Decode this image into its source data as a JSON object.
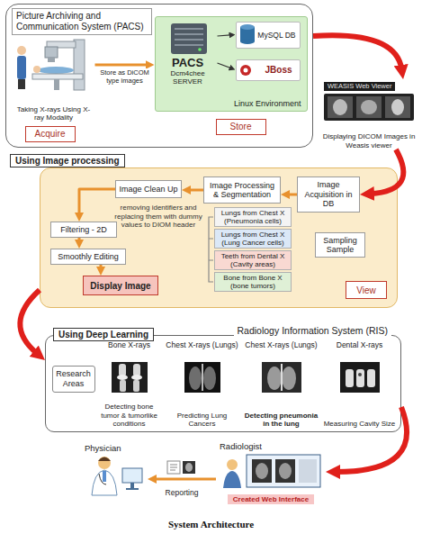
{
  "diagram": {
    "caption": "System Architecture",
    "nodes": [
      {
        "text": [
          "Picture Archiving and Communication System (PACS)"
        ]
      },
      {
        "text": [
          "Taking X-rays Using X-ray Modality"
        ],
        "in": 0
      },
      {
        "text": [
          "Acquire"
        ],
        "in": 0
      },
      {
        "text": [
          "Linux Environment"
        ],
        "in": 0
      },
      {
        "text": [
          "PACS",
          "Dcm4chee SERVER"
        ],
        "in": 3
      },
      {
        "text": [
          "MySQL DB"
        ],
        "in": 3
      },
      {
        "text": [
          "JBoss"
        ],
        "in": 3
      },
      {
        "text": [
          "Store"
        ],
        "in": 0
      },
      {
        "text": [
          "WEASIS Web Viewer",
          "Displaying DICOM Images in Weasis viewer"
        ]
      },
      {
        "text": [
          "Using Image processing"
        ]
      },
      {
        "text": [
          "Image Acquisition in DB"
        ],
        "in": 9
      },
      {
        "text": [
          "Image Processing & Segmentation"
        ],
        "in": 9
      },
      {
        "text": [
          "Image Clean Up"
        ],
        "in": 9
      },
      {
        "text": [
          "Filtering - 2D"
        ],
        "in": 9
      },
      {
        "text": [
          "Smoothly Editing"
        ],
        "in": 9
      },
      {
        "text": [
          "Display Image"
        ],
        "in": 9
      },
      {
        "text": [
          "Lungs from Chest X (Pneumonia cells)"
        ],
        "in": 9
      },
      {
        "text": [
          "Lungs from Chest X (Lung Cancer cells)"
        ],
        "in": 9
      },
      {
        "text": [
          "Teeth from Dental X (Cavity areas)"
        ],
        "in": 9
      },
      {
        "text": [
          "Bone from Bone X (bone tumors)"
        ],
        "in": 9
      },
      {
        "text": [
          "Sampling Sample"
        ],
        "in": 9
      },
      {
        "text": [
          "View"
        ],
        "in": 9
      },
      {
        "text": [
          "Using Deep Learning",
          "Radiology Information System (RIS)"
        ]
      },
      {
        "text": [
          "Research Areas"
        ],
        "in": 22
      },
      {
        "text": [
          "Bone X-rays",
          "Detecting bone tumor & tumorlike conditions"
        ],
        "in": 22
      },
      {
        "text": [
          "Chest X-rays (Lungs)",
          "Predicting Lung Cancers"
        ],
        "in": 22
      },
      {
        "text": [
          "Chest X-rays (Lungs)",
          "Detecting pneumonia in the lung"
        ],
        "in": 22
      },
      {
        "text": [
          "Dental X-rays",
          "Measuring Cavity Size"
        ],
        "in": 22
      },
      {
        "text": [
          "Physician"
        ]
      },
      {
        "text": [
          "Radiologist",
          "Created Web Interface"
        ]
      }
    ],
    "edges": [
      {
        "from": 1,
        "to": 3,
        "arrow": "to",
        "label": "Store as DiCOM type images"
      },
      {
        "from": 4,
        "to": 5,
        "arrow": "to"
      },
      {
        "from": 4,
        "to": 6,
        "arrow": "to"
      },
      {
        "from": 0,
        "to": 8,
        "arrow": "to"
      },
      {
        "from": 8,
        "to": 10,
        "arrow": "to"
      },
      {
        "from": 10,
        "to": 11,
        "arrow": "to"
      },
      {
        "from": 11,
        "to": 12,
        "arrow": "to"
      },
      {
        "from": 12,
        "to": 13,
        "arrow": "to"
      },
      {
        "from": 13,
        "to": 14,
        "arrow": "to"
      },
      {
        "from": 14,
        "to": 15,
        "arrow": "to"
      },
      {
        "from": 9,
        "to": 22,
        "arrow": "to"
      },
      {
        "from": 22,
        "to": 29,
        "arrow": "to"
      },
      {
        "from": 29,
        "to": 28,
        "arrow": "to",
        "label": "Reporting"
      }
    ],
    "labels": [
      "removing identifiers and replacing them with dummy values to DIOM header"
    ]
  }
}
